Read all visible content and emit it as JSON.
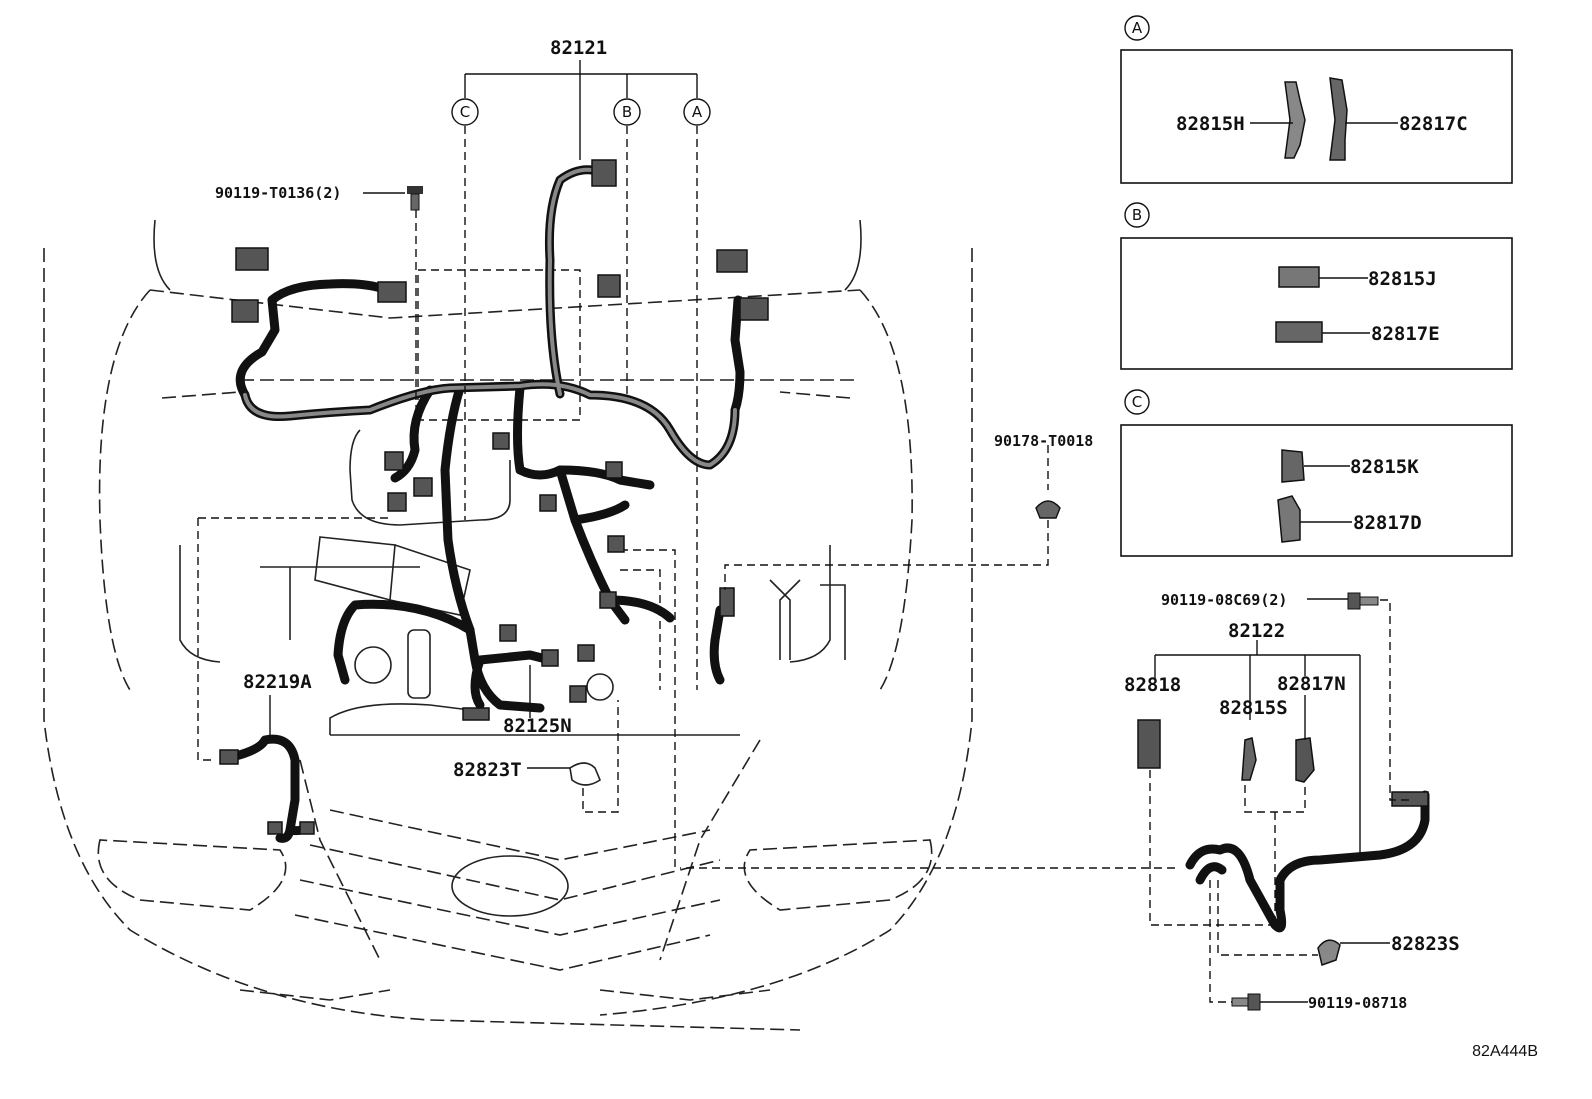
{
  "diagram_code": "82A444B",
  "callouts": {
    "a": "A",
    "b": "B",
    "c": "C"
  },
  "parts": {
    "main_harness": "82121",
    "bolt_top": "90119-T0136(2)",
    "clip": "90178-T0018",
    "sensor_harness": "82219A",
    "sub_harness": "82125N",
    "cover_t": "82823T",
    "front_harness": "82122",
    "bolt_right": "90119-08C69(2)",
    "connector_82818": "82818",
    "connector_82815s": "82815S",
    "connector_82817n": "82817N",
    "cover_s": "82823S",
    "bolt_bottom": "90119-08718",
    "panel_a_left": "82815H",
    "panel_a_right": "82817C",
    "panel_b_top": "82815J",
    "panel_b_bottom": "82817E",
    "panel_c_top": "82815K",
    "panel_c_bottom": "82817D"
  }
}
